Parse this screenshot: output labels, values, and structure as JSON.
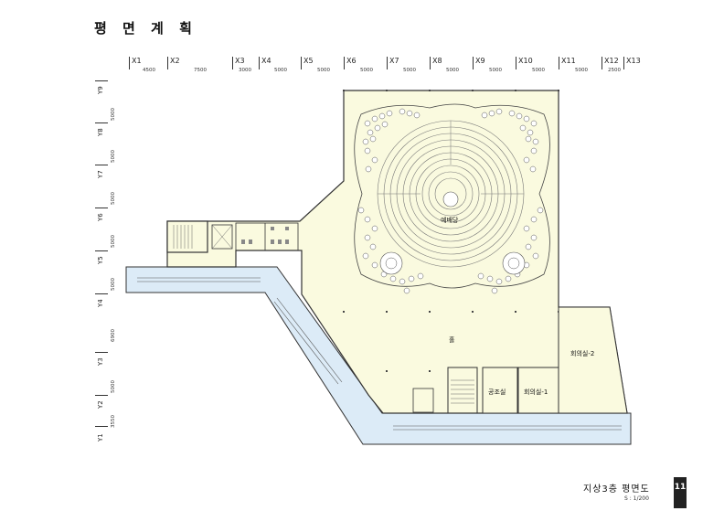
{
  "page": {
    "title": "평 면 계 획",
    "drawing_title": "지상3층 평면도",
    "scale": "S : 1/200",
    "page_number": "11"
  },
  "grid": {
    "x_labels": [
      "X1",
      "X2",
      "X3",
      "X4",
      "X5",
      "X6",
      "X7",
      "X8",
      "X9",
      "X10",
      "X11",
      "X12",
      "X13"
    ],
    "x_dims": [
      "4500",
      "7500",
      "3000",
      "5000",
      "5000",
      "5000",
      "5000",
      "5000",
      "5000",
      "5000",
      "5000",
      "2500"
    ],
    "y_labels": [
      "Y9",
      "Y8",
      "Y7",
      "Y6",
      "Y5",
      "Y4",
      "Y3",
      "Y2",
      "Y1"
    ],
    "y_dims": [
      "5000",
      "5000",
      "5000",
      "5000",
      "5000",
      "6900",
      "5000",
      "3550"
    ]
  },
  "rooms": {
    "worship": "예배당",
    "hall": "홀",
    "meeting_1": "회의실-1",
    "meeting_2": "회의실-2",
    "air_room": "공조실"
  },
  "colors": {
    "floor": "#fafadf",
    "corridor": "#dcebf7",
    "wall": "#333333"
  }
}
